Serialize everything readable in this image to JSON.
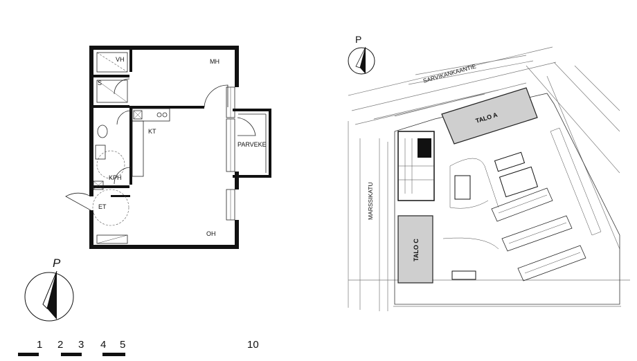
{
  "floorplan": {
    "rooms": {
      "vh": "VH",
      "mh": "MH",
      "s": "S",
      "kt": "KT",
      "parveke": "PARVEKE",
      "kph": "KPH",
      "et": "ET",
      "oh": "OH"
    },
    "compass_label": "P"
  },
  "siteplan": {
    "compass_label": "P",
    "streets": {
      "sarvikankaantie": "SARVIKANKAANTIE",
      "marssikatu": "MARSSIKATU"
    },
    "buildings": {
      "talo_a": "TALO A",
      "talo_c": "TALO C"
    }
  },
  "scale_bar": {
    "labels": [
      "1",
      "2",
      "3",
      "4",
      "5",
      "10"
    ]
  }
}
